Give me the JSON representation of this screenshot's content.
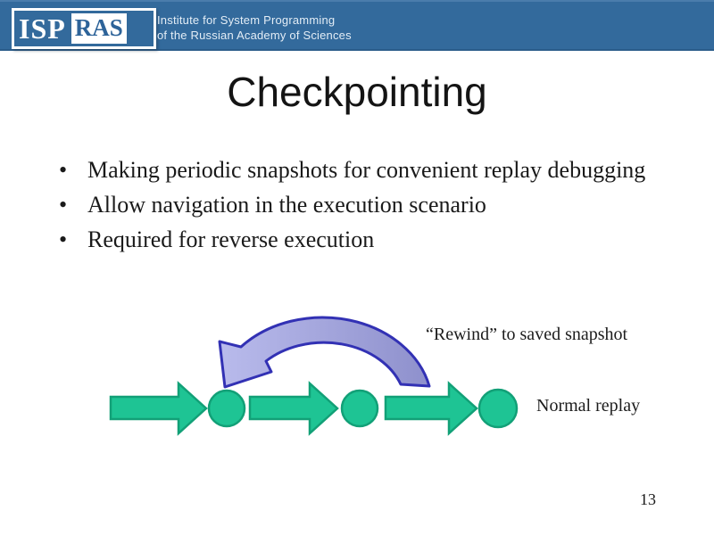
{
  "header": {
    "logo": {
      "isp": "ISP",
      "ras": "RAS"
    },
    "institute_line1": "Institute for System Programming",
    "institute_line2": "of the Russian Academy of Sciences"
  },
  "slide": {
    "title": "Checkpointing",
    "bullets": [
      "Making periodic snapshots for convenient replay debugging",
      "Allow navigation in the execution scenario",
      "Required for reverse execution"
    ],
    "page_number": "13"
  },
  "diagram": {
    "rewind_label": "“Rewind” to saved snapshot",
    "normal_replay_label": "Normal replay",
    "colors": {
      "header_blue": "#336A9C",
      "arrow_green": "#1EC494",
      "arrow_green_border": "#12A077",
      "rewind_fill_light": "#B9BBEC",
      "rewind_fill_dark": "#8E90CC",
      "rewind_border": "#3231B4"
    }
  }
}
